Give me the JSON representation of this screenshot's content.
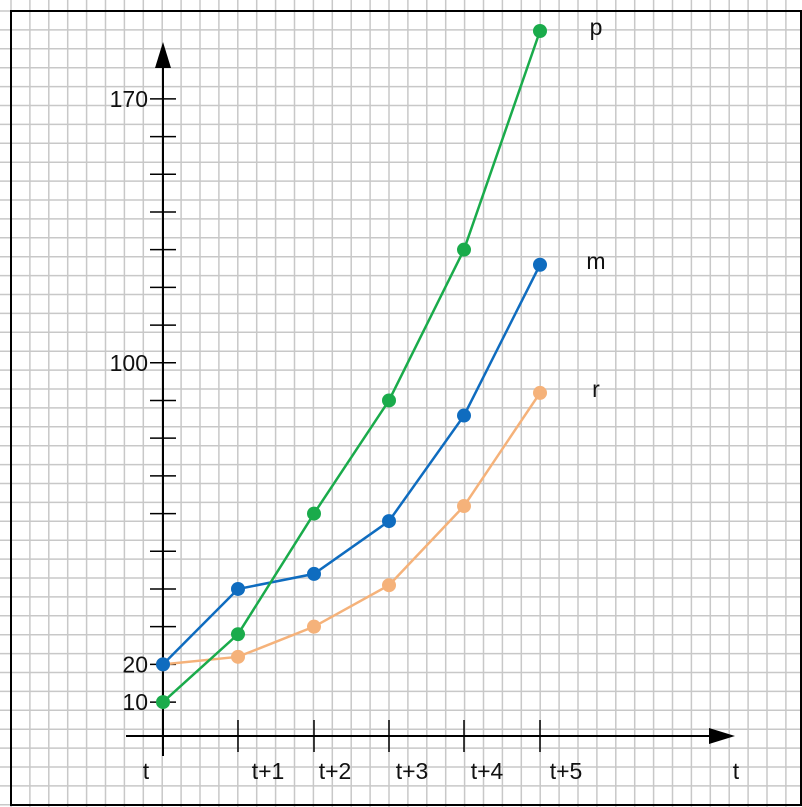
{
  "chart_data": {
    "type": "line",
    "x": [
      "t",
      "t+1",
      "t+2",
      "t+3",
      "t+4",
      "t+5"
    ],
    "xlabel": "t",
    "ylabel": "",
    "title": "",
    "ylim": [
      1,
      189
    ],
    "y_tick_labels": [
      {
        "value": 10,
        "label": "10"
      },
      {
        "value": 20,
        "label": "20"
      },
      {
        "value": 100,
        "label": "100"
      },
      {
        "value": 170,
        "label": "170"
      }
    ],
    "y_minor_tick_step": 10,
    "grid": true,
    "legend": "inline-right",
    "series": [
      {
        "name": "p",
        "color": "#1aab4b",
        "values": [
          10,
          28,
          60,
          90,
          130,
          188
        ]
      },
      {
        "name": "m",
        "color": "#0f6cbf",
        "values": [
          20,
          40,
          44,
          58,
          86,
          126
        ]
      },
      {
        "name": "r",
        "color": "#f5b27a",
        "values": [
          20,
          22,
          30,
          41,
          62,
          92
        ]
      }
    ],
    "colors": {
      "grid": "#c8c8c8",
      "axis": "#000000",
      "frame": "#000000"
    }
  }
}
